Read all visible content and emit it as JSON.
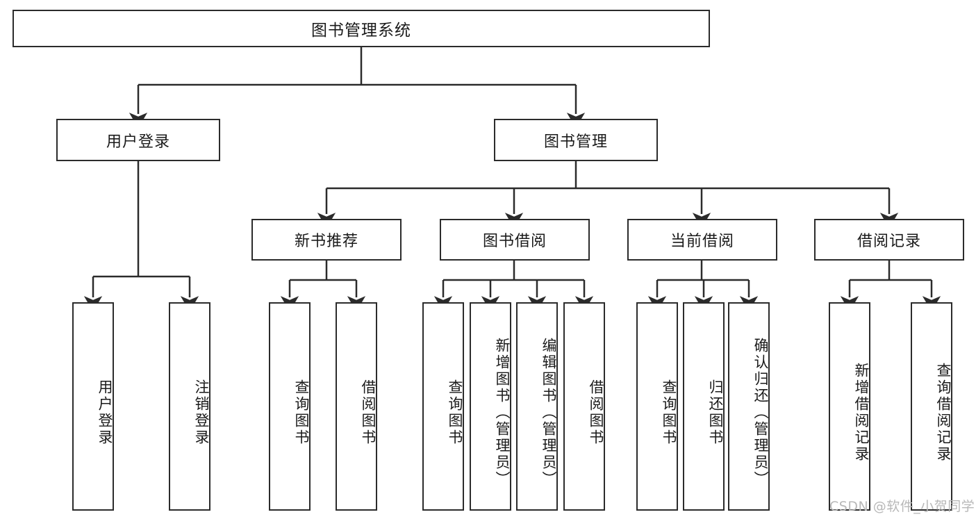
{
  "diagram": {
    "title": "图书管理系统",
    "type": "功能结构图",
    "watermark": "CSDN @软件_小贺同学",
    "colors": {
      "node_border": "#2b2b2b",
      "node_fill": "#ffffff",
      "edge": "#2b2b2b",
      "text": "#1a1a1a",
      "watermark": "#b8b8b8",
      "background": "#ffffff"
    },
    "nodes": {
      "root": {
        "label": "图书管理系统"
      },
      "level2": [
        {
          "id": "user-login",
          "label": "用户登录"
        },
        {
          "id": "book-manage",
          "label": "图书管理"
        }
      ],
      "level3": [
        {
          "id": "new-book-recommend",
          "label": "新书推荐"
        },
        {
          "id": "book-borrow",
          "label": "图书借阅"
        },
        {
          "id": "current-borrow",
          "label": "当前借阅"
        },
        {
          "id": "borrow-record",
          "label": "借阅记录"
        }
      ],
      "leaves": {
        "user-login": [
          {
            "id": "leaf-user-login",
            "label": "用户登录"
          },
          {
            "id": "leaf-logout-login",
            "label": "注销登录"
          }
        ],
        "new-book-recommend": [
          {
            "id": "leaf-query-book-1",
            "label": "查询图书"
          },
          {
            "id": "leaf-borrow-book-1",
            "label": "借阅图书"
          }
        ],
        "book-borrow": [
          {
            "id": "leaf-query-book-2",
            "label": "查询图书"
          },
          {
            "id": "leaf-add-book",
            "label": "新增图书（管理员）"
          },
          {
            "id": "leaf-edit-book",
            "label": "编辑图书（管理员）"
          },
          {
            "id": "leaf-borrow-book-2",
            "label": "借阅图书"
          }
        ],
        "current-borrow": [
          {
            "id": "leaf-query-book-3",
            "label": "查询图书"
          },
          {
            "id": "leaf-return-book",
            "label": "归还图书"
          },
          {
            "id": "leaf-confirm-return",
            "label": "确认归还（管理员）"
          }
        ],
        "borrow-record": [
          {
            "id": "leaf-add-record",
            "label": "新增借阅记录"
          },
          {
            "id": "leaf-query-record",
            "label": "查询借阅记录"
          }
        ]
      }
    }
  }
}
